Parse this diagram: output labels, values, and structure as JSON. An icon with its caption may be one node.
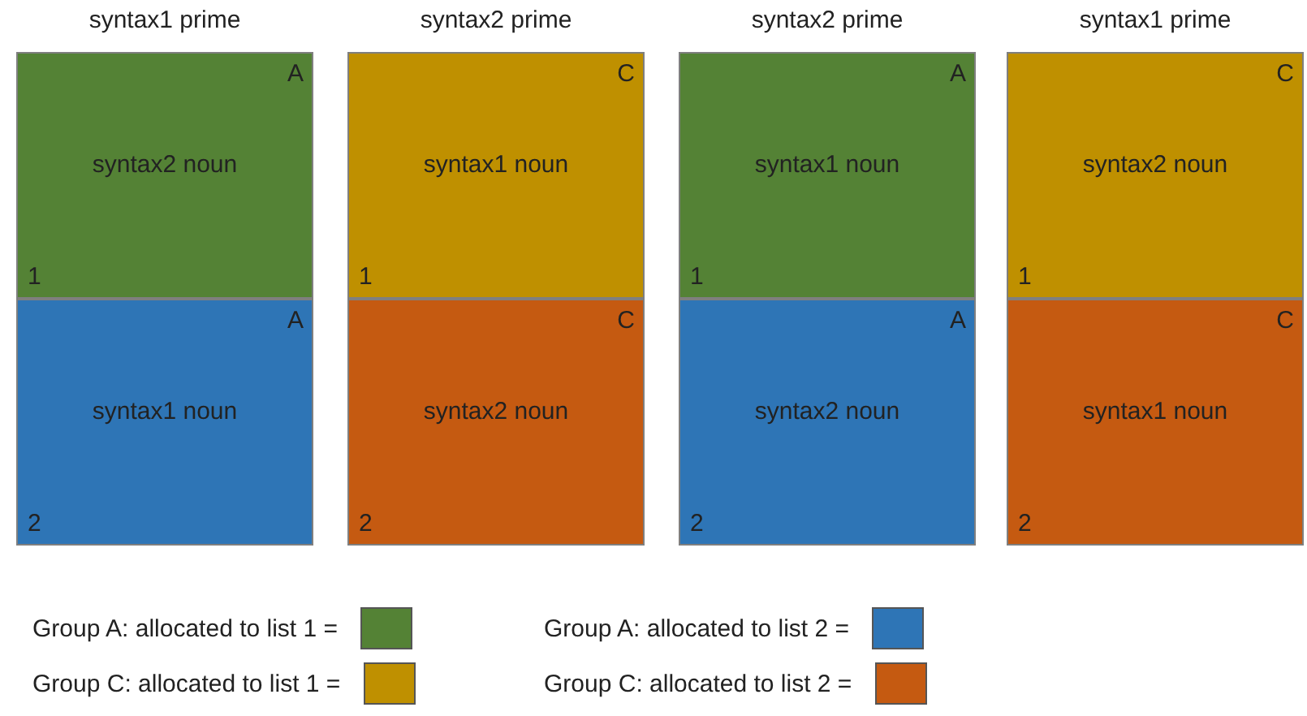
{
  "diagram": {
    "nodes": [
      {
        "text": [
          "syntax1 prime"
        ]
      },
      {
        "text": [
          "A",
          "syntax2 noun",
          "1"
        ],
        "in": 0
      },
      {
        "text": [
          "A",
          "syntax1 noun",
          "2"
        ],
        "in": 0
      },
      {
        "text": [
          "syntax2 prime"
        ]
      },
      {
        "text": [
          "C",
          "syntax1 noun",
          "1"
        ],
        "in": 3
      },
      {
        "text": [
          "C",
          "syntax2 noun",
          "2"
        ],
        "in": 3
      },
      {
        "text": [
          "syntax2 prime"
        ]
      },
      {
        "text": [
          "A",
          "syntax1 noun",
          "1"
        ],
        "in": 6
      },
      {
        "text": [
          "A",
          "syntax2 noun",
          "2"
        ],
        "in": 6
      },
      {
        "text": [
          "syntax1 prime"
        ]
      },
      {
        "text": [
          "C",
          "syntax2 noun",
          "1"
        ],
        "in": 9
      },
      {
        "text": [
          "C",
          "syntax1 noun",
          "2"
        ],
        "in": 9
      }
    ],
    "edges": [],
    "legend": [
      {
        "text": "Group A: allocated to list 1 =",
        "color": "#548235"
      },
      {
        "text": "Group A: allocated to list 2 =",
        "color": "#2e75b6"
      },
      {
        "text": "Group C: allocated to list 1 =",
        "color": "#bf9000"
      },
      {
        "text": "Group C: allocated to list 2 =",
        "color": "#c55a11"
      }
    ]
  }
}
